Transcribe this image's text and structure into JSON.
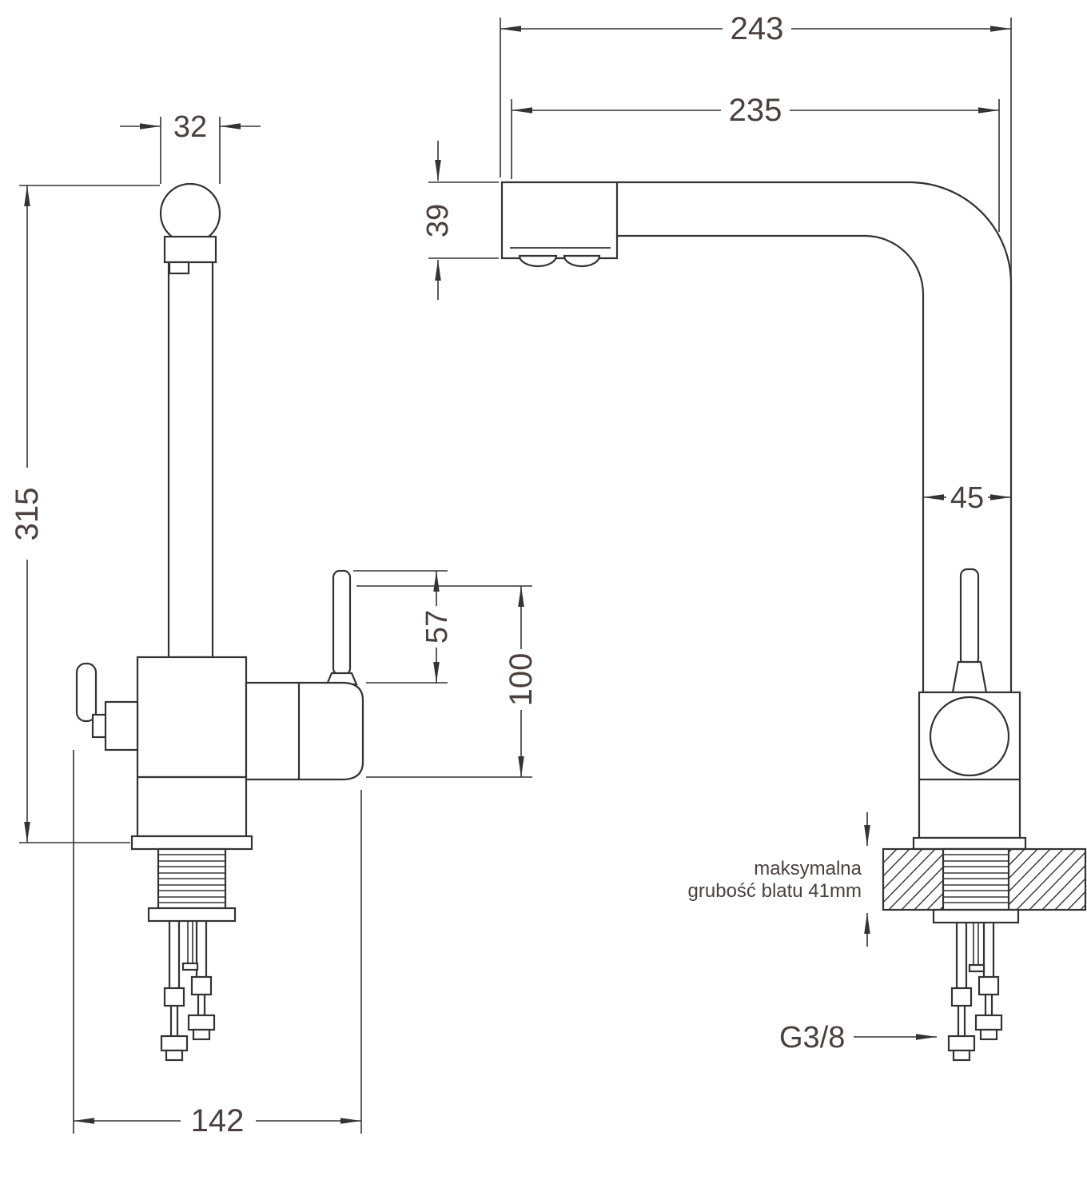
{
  "drawing": {
    "kind": "faucet-dimension-drawing",
    "colors": {
      "background": "#ffffff",
      "line": "#333333",
      "text": "#4a403d"
    },
    "dims": {
      "spout_cap_width": "32",
      "total_height": "315",
      "lever_height": "57",
      "body_height": "100",
      "base_span": "142",
      "total_reach": "243",
      "spout_reach": "235",
      "spout_head_height": "39",
      "pipe_width": "45"
    },
    "annotations": {
      "countertop_line1": "maksymalna",
      "countertop_line2": "grubość blatu 41mm",
      "thread_size": "G3/8"
    }
  }
}
